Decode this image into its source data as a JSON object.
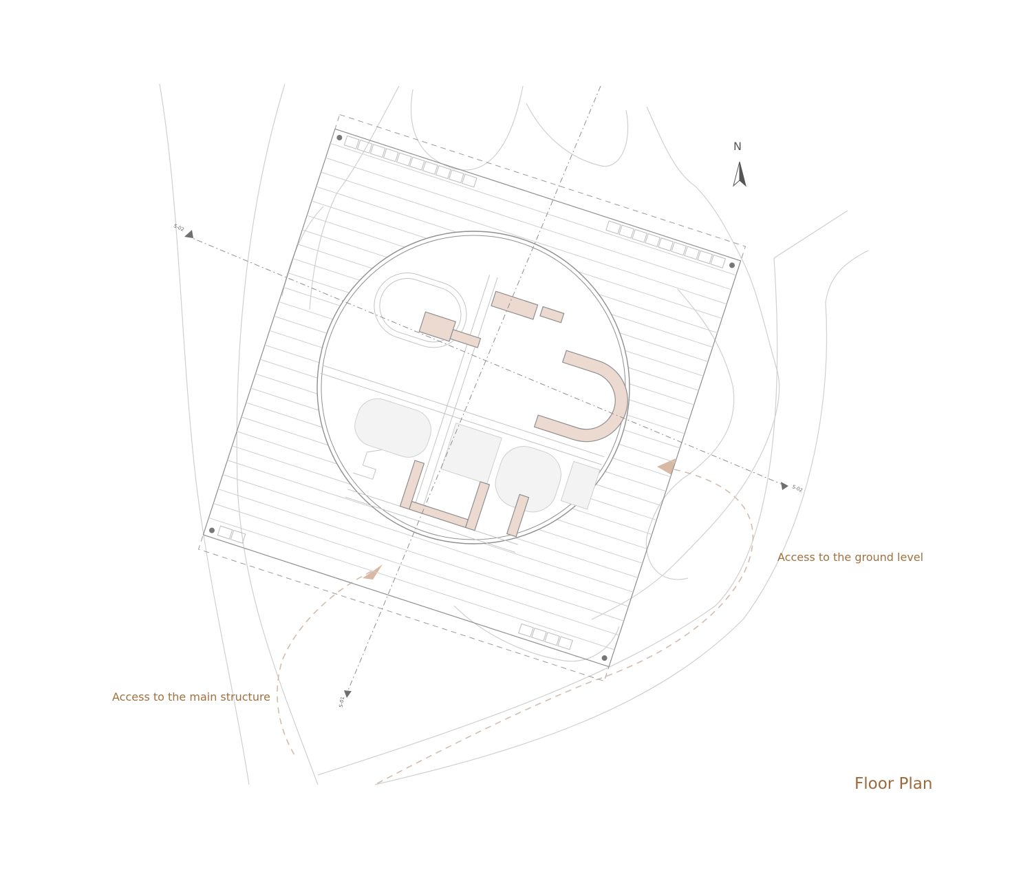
{
  "drawing": {
    "title": "Floor Plan",
    "north_label": "N",
    "access_labels": {
      "ground_level": "Access to the ground level",
      "main_structure": "Access to the main structure"
    },
    "section_marks": {
      "s02_upper": "S-02",
      "s02_lower": "S-02",
      "s01": "S-01"
    },
    "icons": [
      "north-arrow-icon",
      "access-arrow-icon",
      "section-marker-icon"
    ]
  },
  "colors": {
    "linework": "#c8c8c8",
    "dark_linework": "#8a8a8a",
    "accent_fill": "#ecd9cf",
    "access_arrow": "#d7b9a6",
    "label_text": "#a0703f"
  }
}
